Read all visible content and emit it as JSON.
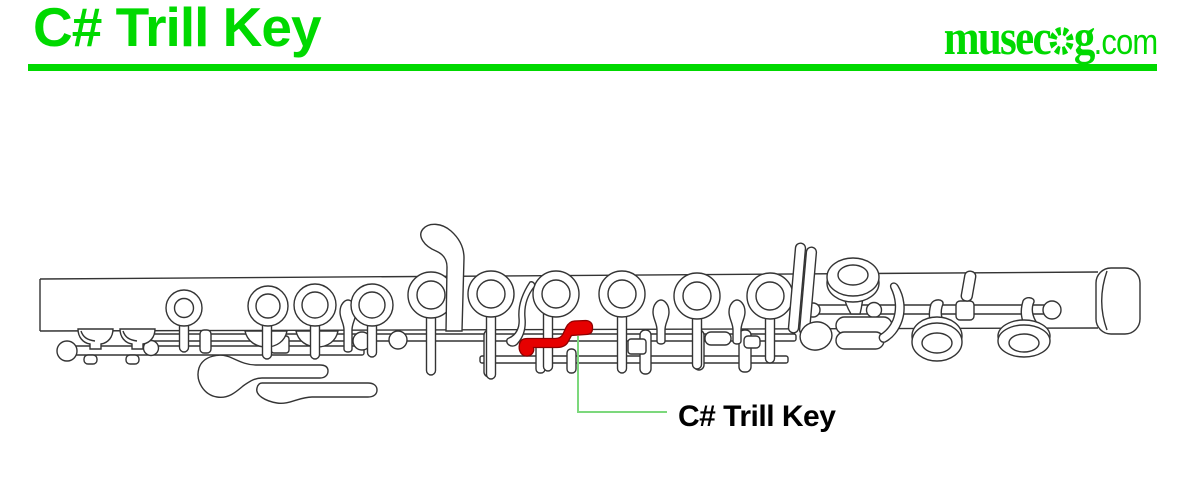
{
  "header": {
    "title": "C# Trill Key",
    "brand": {
      "prefix": "musec",
      "suffix": "g",
      "tld": ".com"
    }
  },
  "diagram": {
    "callout_label": "C# Trill Key",
    "highlighted_part": "C# Trill Key"
  },
  "colors": {
    "accent": "#00d900",
    "leader": "#7cd87c",
    "highlight": "#e60000",
    "highlight-dark": "#8f0000",
    "ink": "#343434",
    "paper": "#ffffff",
    "label": "#000000"
  }
}
